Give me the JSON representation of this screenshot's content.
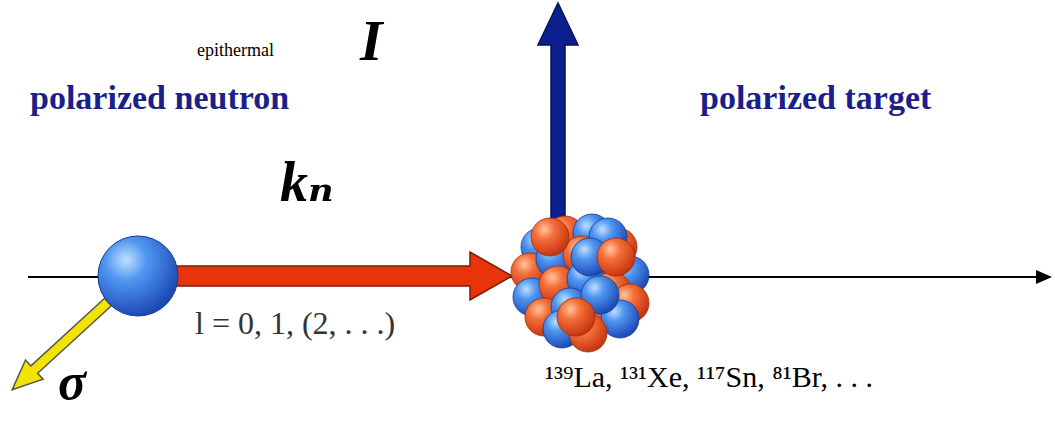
{
  "diagram": {
    "labels": [
      "epithermal",
      "polarized neutron",
      "kₙ",
      "I",
      "polarized target",
      "l = 0, 1, (2, . . .)",
      "σ",
      "¹³⁹La, ¹³¹Xe, ¹¹⁷Sn, ⁸¹Br, . . ."
    ]
  }
}
